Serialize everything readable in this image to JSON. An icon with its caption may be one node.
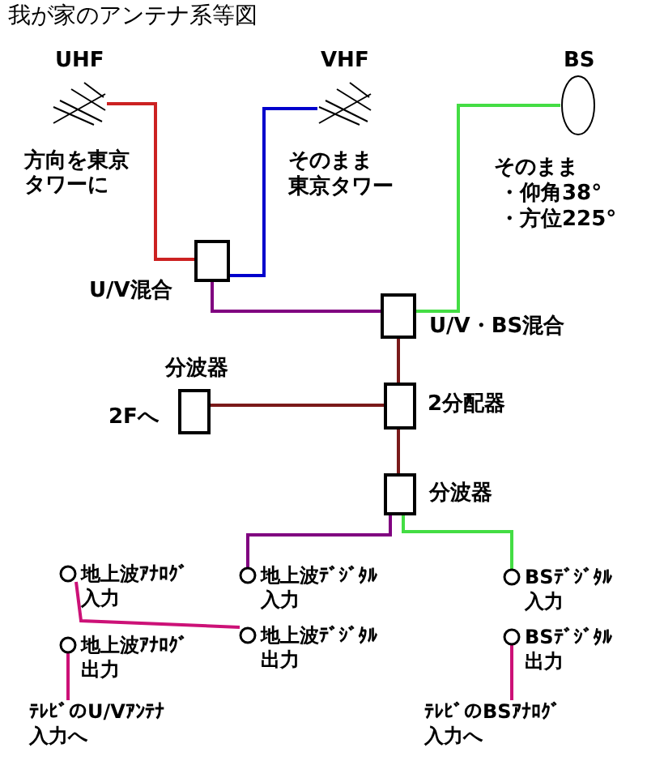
{
  "diagram": {
    "title": "我が家のアンテナ系等図",
    "nodes": [
      {
        "text": [
          "UHF"
        ],
        "beside": [
          "方向を東京タワーに"
        ]
      },
      {
        "text": [
          "VHF"
        ],
        "beside": [
          "そのまま",
          "東京タワー"
        ]
      },
      {
        "text": [
          "BS"
        ],
        "beside": [
          "そのまま",
          "・仰角38°",
          "・方位225°"
        ]
      },
      {
        "text": [
          "U/V混合"
        ]
      },
      {
        "text": [
          "U/V・BS混合"
        ]
      },
      {
        "text": [
          "2分配器"
        ]
      },
      {
        "text": [
          "分波器"
        ],
        "beside": [
          "2Fへ"
        ]
      },
      {
        "text": [
          "分波器"
        ]
      },
      {
        "text": [
          "地上波ｱﾅﾛｸﾞ入力"
        ]
      },
      {
        "text": [
          "地上波ﾃﾞｼﾞﾀﾙ入力"
        ]
      },
      {
        "text": [
          "BSﾃﾞｼﾞﾀﾙ入力"
        ]
      },
      {
        "text": [
          "地上波ｱﾅﾛｸﾞ出力"
        ]
      },
      {
        "text": [
          "地上波ﾃﾞｼﾞﾀﾙ出力"
        ]
      },
      {
        "text": [
          "BSﾃﾞｼﾞﾀﾙ出力"
        ]
      },
      {
        "text": [
          "ﾃﾚﾋﾞのU/Vｱﾝﾃﾅ入力へ"
        ]
      },
      {
        "text": [
          "ﾃﾚﾋﾞのBSｱﾅﾛｸﾞ入力へ"
        ]
      }
    ],
    "edges": [
      {
        "from": 0,
        "to": 3,
        "arrow": "none",
        "color": "#cc2222"
      },
      {
        "from": 1,
        "to": 3,
        "arrow": "none",
        "color": "#0000cc"
      },
      {
        "from": 2,
        "to": 4,
        "arrow": "none",
        "color": "#44dd44"
      },
      {
        "from": 3,
        "to": 4,
        "arrow": "none",
        "color": "#800080"
      },
      {
        "from": 4,
        "to": 5,
        "arrow": "none",
        "color": "#7a1a1a"
      },
      {
        "from": 5,
        "to": 6,
        "arrow": "none",
        "color": "#7a1a1a"
      },
      {
        "from": 5,
        "to": 7,
        "arrow": "none",
        "color": "#7a1a1a"
      },
      {
        "from": 7,
        "to": 9,
        "arrow": "none",
        "color": "#800080"
      },
      {
        "from": 7,
        "to": 10,
        "arrow": "none",
        "color": "#44dd44"
      },
      {
        "from": 8,
        "to": 12,
        "arrow": "none",
        "color": "#cc1177"
      },
      {
        "from": 11,
        "to": 14,
        "arrow": "none",
        "color": "#cc1177"
      },
      {
        "from": 13,
        "to": 15,
        "arrow": "none",
        "color": "#cc1177"
      }
    ]
  }
}
